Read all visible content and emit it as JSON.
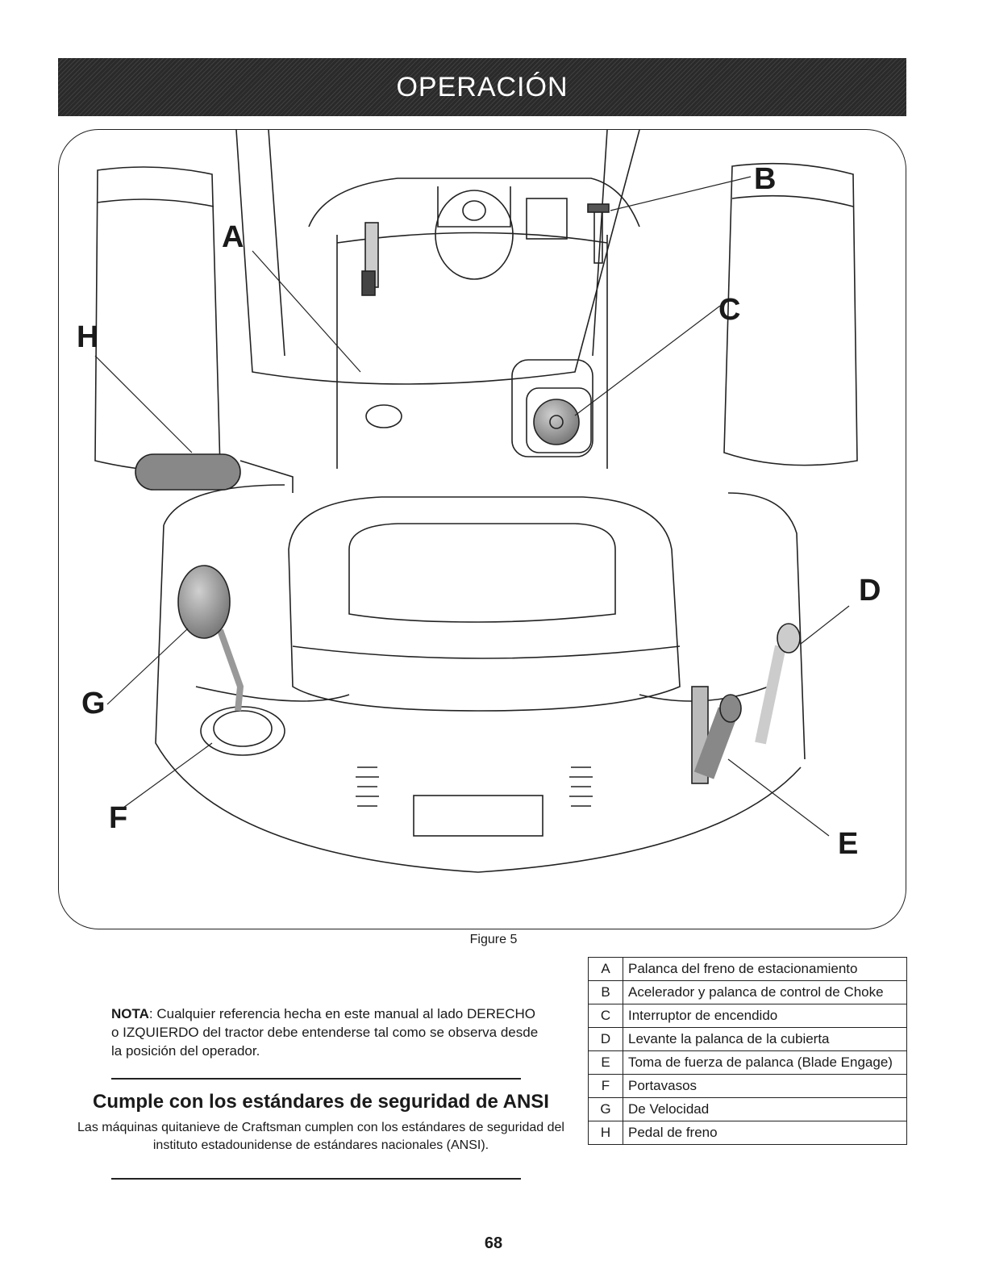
{
  "header": {
    "title": "OPERACIÓN"
  },
  "figure": {
    "callouts": [
      "A",
      "B",
      "C",
      "D",
      "E",
      "F",
      "G",
      "H"
    ],
    "caption": "Figure 5"
  },
  "note": {
    "label": "NOTA",
    "text": ": Cualquier referencia hecha en este manual al lado DERECHO o IZQUIERDO del tractor debe entenderse tal como se observa desde la posición del operador."
  },
  "ansi": {
    "title": "Cumple con los estándares de seguridad de ANSI",
    "body": "Las máquinas quitanieve de Craftsman cumplen con los estándares de seguridad del instituto estadounidense de estándares nacionales (ANSI)."
  },
  "legend": [
    {
      "key": "A",
      "label": "Palanca del freno de estacionamiento"
    },
    {
      "key": "B",
      "label": "Acelerador y palanca de control de Choke"
    },
    {
      "key": "C",
      "label": "Interruptor de encendido"
    },
    {
      "key": "D",
      "label": "Levante la palanca de la cubierta"
    },
    {
      "key": "E",
      "label": "Toma de fuerza de palanca (Blade Engage)"
    },
    {
      "key": "F",
      "label": "Portavasos"
    },
    {
      "key": "G",
      "label": "De Velocidad"
    },
    {
      "key": "H",
      "label": "Pedal de freno"
    }
  ],
  "page_number": "68"
}
